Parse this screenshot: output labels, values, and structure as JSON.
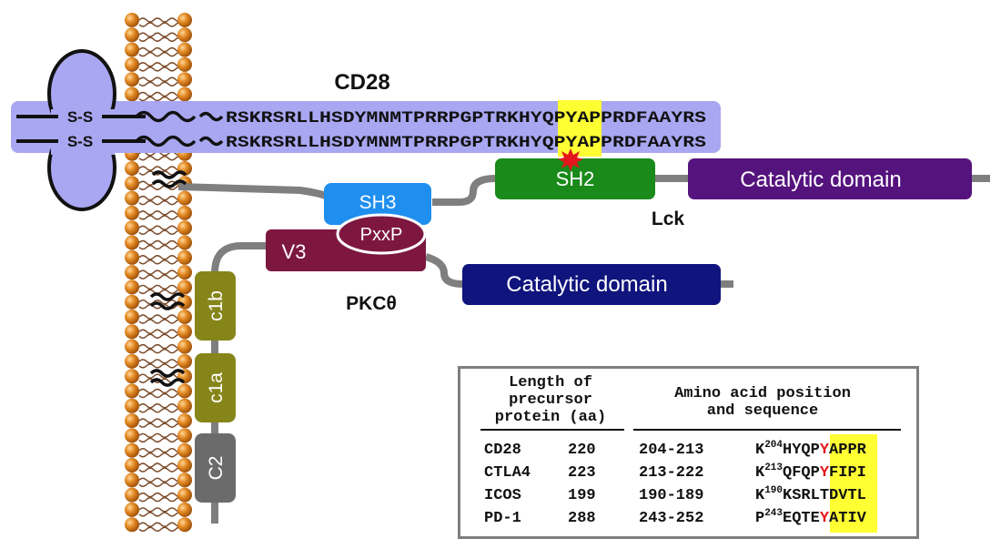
{
  "cd28": {
    "title": "CD28",
    "disulfide_label": "S-S",
    "sequence_prefix": "RSKRSRLLHSDYMNMTPRRPGPTRKHYQ",
    "motif": "PYAP",
    "sequence_suffix": "PRDFAAYRS"
  },
  "lck": {
    "name": "Lck",
    "sh3": "SH3",
    "sh2": "SH2",
    "catalytic": "Catalytic domain"
  },
  "pkc": {
    "name": "PKCθ",
    "v3": "V3",
    "pxxp": "PxxP",
    "catalytic": "Catalytic domain",
    "c1b": "c1b",
    "c1a": "c1a",
    "c2": "C2"
  },
  "table": {
    "header_left": [
      "Length of",
      "precursor",
      "protein (aa)"
    ],
    "header_right": [
      "Amino acid position",
      "and sequence"
    ],
    "rows": [
      {
        "protein": "CD28",
        "length": "220",
        "range": "204-213",
        "first": "K",
        "pos": "204",
        "pre": "HYQ",
        "motif_a": "P",
        "motif_red": "Y",
        "motif_b": "AP",
        "post": "PR"
      },
      {
        "protein": "CTLA4",
        "length": "223",
        "range": "213-222",
        "first": "K",
        "pos": "213",
        "pre": "QFQ",
        "motif_a": "P",
        "motif_red": "Y",
        "motif_b": "FI",
        "post": "PI"
      },
      {
        "protein": "ICOS",
        "length": "199",
        "range": "190-189",
        "first": "K",
        "pos": "190",
        "pre": "KSR",
        "motif_a": "L",
        "motif_red": "",
        "motif_b": "TDV",
        "post": "TL"
      },
      {
        "protein": "PD-1",
        "length": "288",
        "range": "243-252",
        "first": "P",
        "pos": "243",
        "pre": "EQT",
        "motif_a": "E",
        "motif_red": "Y",
        "motif_b": "AT",
        "post": "IV"
      }
    ]
  },
  "colors": {
    "membrane_bead": "#d8821e",
    "cd28_band": "#a9a7f2",
    "sh3": "#1f8fef",
    "sh2": "#1a8a1a",
    "lck_catalytic": "#55137e",
    "v3": "#7d1740",
    "pkc_catalytic": "#10147d",
    "c1": "#86851a",
    "c2": "#6b6b6b",
    "highlight": "#ffff33",
    "phospho": "#e4161b",
    "linker": "#7f7f7f"
  }
}
